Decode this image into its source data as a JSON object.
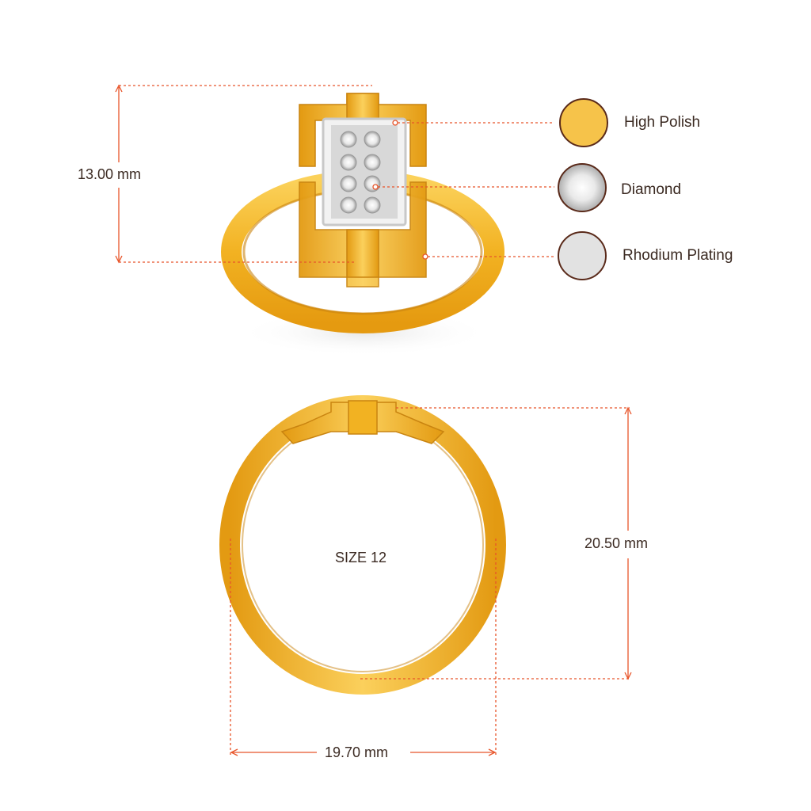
{
  "dimensions": {
    "height_top": "13.00 mm",
    "height_side": "20.50 mm",
    "width": "19.70 mm",
    "size_label": "SIZE 12"
  },
  "materials": [
    {
      "name": "High Polish",
      "icon": "gold-swatch-icon",
      "color": "#F6C34A"
    },
    {
      "name": "Diamond",
      "icon": "diamond-swatch-icon",
      "color": "#d8d8d8"
    },
    {
      "name": "Rhodium Plating",
      "icon": "rhodium-swatch-icon",
      "color": "#e2e2e2"
    }
  ],
  "colors": {
    "guide": "#e8552a",
    "gold_light": "#FBD15A",
    "gold_mid": "#F2B222",
    "gold_dark": "#D98E0C",
    "swatch_border": "#5a2a1a"
  }
}
